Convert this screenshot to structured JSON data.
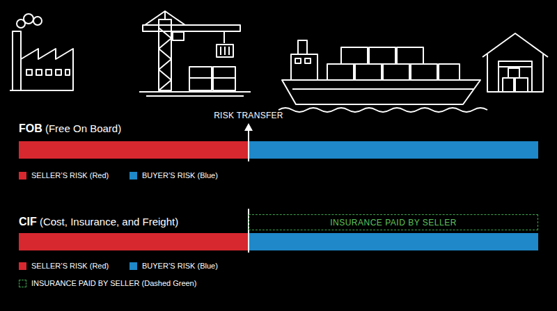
{
  "diagram": {
    "nodes": [
      {
        "text": [
          "INSURANCE PAID BY SELLER"
        ]
      }
    ],
    "labels": [
      "RISK TRANSFER",
      "FOB",
      "(Free On Board)",
      "CIF",
      "(Cost, Insurance, and Freight)"
    ],
    "legend": [
      {
        "text": "SELLER’S RISK (Red)",
        "color": "#d7282f"
      },
      {
        "text": "BUYER’S RISK (Blue)",
        "color": "#1e88c9"
      },
      {
        "text": "SELLER’S RISK (Red)",
        "color": "#d7282f"
      },
      {
        "text": "BUYER’S RISK (Blue)",
        "color": "#1e88c9"
      },
      {
        "text": "INSURANCE PAID BY SELLER (Dashed Green)"
      }
    ]
  }
}
